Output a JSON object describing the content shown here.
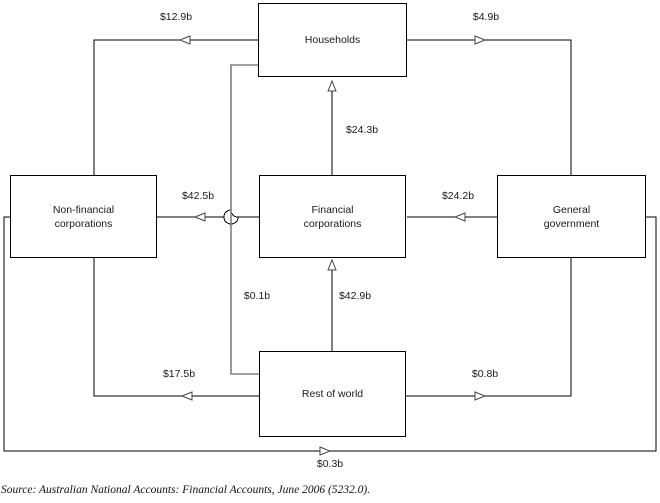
{
  "figure": {
    "title": "",
    "source_note": "Source: Australian National Accounts: Financial Accounts, June 2006 (5232.0).",
    "colors": {
      "line": "#000000",
      "highlight_line": "#808080",
      "box_border": "#000000",
      "background": "#ffffff",
      "text": "#1a1a1a"
    }
  },
  "nodes": [
    {
      "id": "households",
      "label": "Households"
    },
    {
      "id": "nonfinancial",
      "label": "Non-financial\ncorporations"
    },
    {
      "id": "financial",
      "label": "Financial\ncorporations"
    },
    {
      "id": "government",
      "label": "General\ngovernment"
    },
    {
      "id": "restofworld",
      "label": "Rest of world"
    }
  ],
  "flows": [
    {
      "id": "hh-to-nfc",
      "from": "households",
      "to": "nonfinancial",
      "value": "$12.9b",
      "direction": "left"
    },
    {
      "id": "hh-to-gov",
      "from": "households",
      "to": "government",
      "value": "$4.9b",
      "direction": "right"
    },
    {
      "id": "fc-to-hh",
      "from": "financial",
      "to": "households",
      "value": "$24.3b",
      "direction": "up"
    },
    {
      "id": "fc-to-nfc",
      "from": "financial",
      "to": "nonfinancial",
      "value": "$42.5b",
      "direction": "left"
    },
    {
      "id": "gov-to-fc",
      "from": "government",
      "to": "financial",
      "value": "$24.2b",
      "direction": "left"
    },
    {
      "id": "hh-to-row",
      "from": "households",
      "to": "restofworld",
      "value": "$0.1b",
      "direction": "down"
    },
    {
      "id": "row-to-fc",
      "from": "restofworld",
      "to": "financial",
      "value": "$42.9b",
      "direction": "up"
    },
    {
      "id": "row-to-nfc",
      "from": "restofworld",
      "to": "nonfinancial",
      "value": "$17.5b",
      "direction": "left"
    },
    {
      "id": "row-to-gov",
      "from": "restofworld",
      "to": "government",
      "value": "$0.8b",
      "direction": "right"
    },
    {
      "id": "nfc-to-gov",
      "from": "nonfinancial",
      "to": "government",
      "value": "$0.3b",
      "direction": "right"
    }
  ]
}
